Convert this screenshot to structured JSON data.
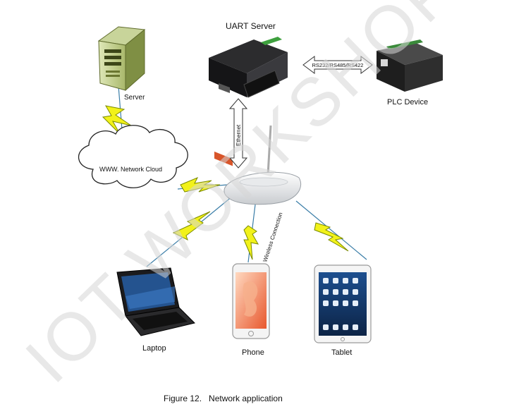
{
  "labels": {
    "uart_server": "UART Server",
    "server": "Server",
    "plc_device": "PLC Device",
    "serial_link": "RS232/RS485/RS422",
    "ethernet": "Ethernet",
    "cloud": "WWW. Network Cloud",
    "wireless": "Wireless Connection",
    "laptop": "Laptop",
    "phone": "Phone",
    "tablet": "Tablet"
  },
  "caption": "Figure 12.   Network application",
  "watermark": "IOT WORKSHOP",
  "colors": {
    "lightning": "#f2f21a",
    "lightning_outline": "#7a8a00",
    "link_line": "#3b7ea8",
    "watermark": "#d6d6d6"
  }
}
